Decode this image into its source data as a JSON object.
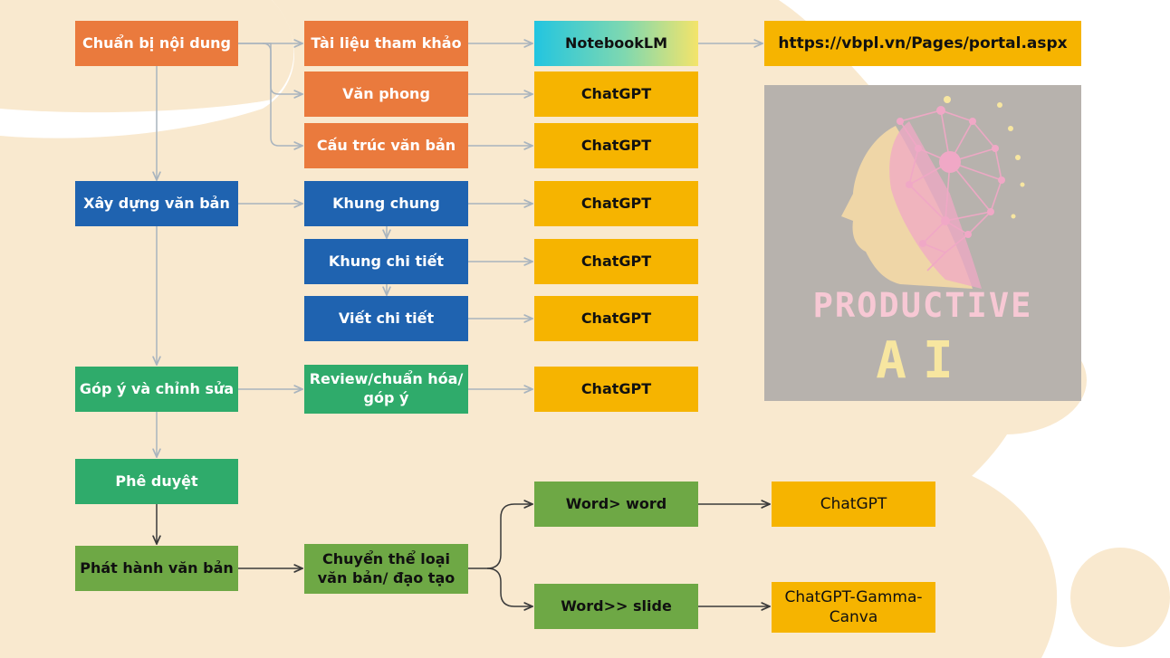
{
  "colors": {
    "background": "#f9e9cf",
    "orange": "#ea7a3d",
    "blue": "#1f63b0",
    "green": "#2fab6b",
    "light_green": "#6ea845",
    "yellow": "#f6b400",
    "arrow": "#a9b4be"
  },
  "stages": {
    "prepare": "Chuẩn bị nội dung",
    "build": "Xây dựng văn bản",
    "review": "Góp ý và chỉnh sửa",
    "approve": "Phê duyệt",
    "publish": "Phát hành văn bản"
  },
  "tasks": {
    "references": "Tài liệu tham khảo",
    "style": "Văn phong",
    "structure": "Cấu trúc văn bản",
    "general_frame": "Khung chung",
    "detailed_frame": "Khung chi tiết",
    "detailed_writing": "Viết chi tiết",
    "review_task": "Review/chuẩn hóa/ góp ý",
    "convert": "Chuyển thể loại văn bản/ đạo tạo",
    "word_word": "Word> word",
    "word_slide": "Word>> slide"
  },
  "tools": {
    "notebooklm": "NotebookLM",
    "url": "https://vbpl.vn/Pages/portal.aspx",
    "chatgpt": "ChatGPT",
    "gamma": "ChatGPT-Gamma-Canva"
  },
  "logo": {
    "line1": "PRODUCTIVE",
    "line2": "AI"
  }
}
